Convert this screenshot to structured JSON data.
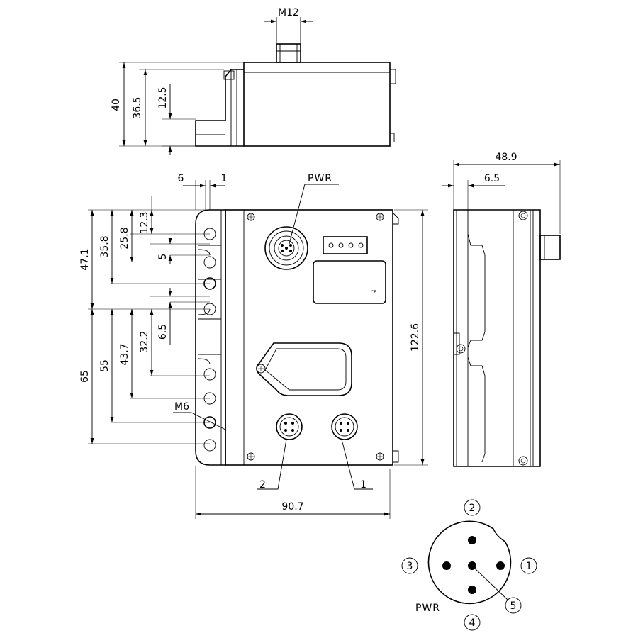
{
  "top_view": {
    "thread": "M12",
    "height_total": "40",
    "height_body": "36.5",
    "height_step": "12.5"
  },
  "front_view": {
    "dim_6": "6",
    "dim_1": "1",
    "dim_12_3": "12.3",
    "dim_25_8": "25.8",
    "dim_35_8": "35.8",
    "dim_47_1": "47.1",
    "dim_5": "5",
    "dim_6_5": "6.5",
    "dim_32_2": "32.2",
    "dim_43_7": "43.7",
    "dim_55": "55",
    "dim_65": "65",
    "thread_m6": "M6",
    "height": "122.6",
    "width": "90.7",
    "pwr_label": "PWR",
    "port_2": "2",
    "port_1": "1",
    "ce_mark": "CE"
  },
  "side_view": {
    "depth": "48.9",
    "offset": "6.5"
  },
  "pinout": {
    "label": "PWR",
    "pins": [
      "1",
      "2",
      "3",
      "4",
      "5"
    ]
  }
}
